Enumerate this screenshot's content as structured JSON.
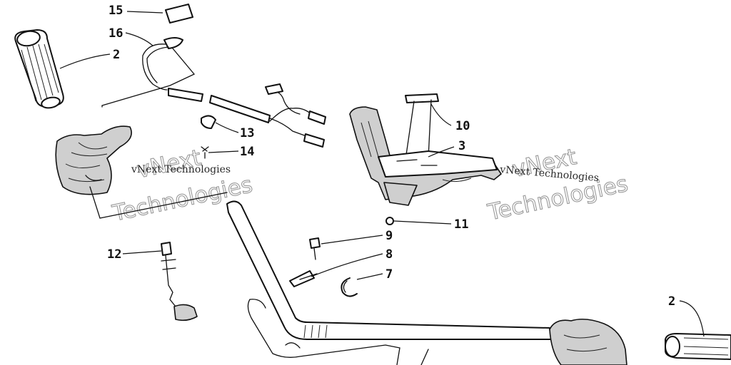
{
  "callouts": [
    "15",
    "16",
    "2",
    "13",
    "14",
    "10",
    "3",
    "11",
    "9",
    "12",
    "8",
    "7",
    "2"
  ],
  "watermarks": {
    "small": [
      "vNext Technologies",
      "vNext Technologies"
    ],
    "big_left": [
      "vNext",
      "Technologies"
    ],
    "big_right": [
      "vNext",
      "Technologies"
    ]
  }
}
